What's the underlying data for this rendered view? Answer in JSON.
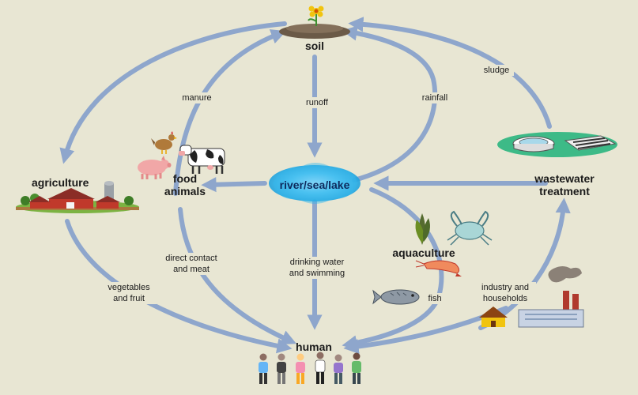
{
  "nodes": {
    "soil": "soil",
    "river": "river/sea/lake",
    "agriculture": "agriculture",
    "food_animals": "food\nanimals",
    "wastewater": "wastewater\ntreatment",
    "aquaculture": "aquaculture",
    "human": "human"
  },
  "edges": {
    "manure": "manure",
    "runoff": "runoff",
    "rainfall": "rainfall",
    "sludge": "sludge",
    "direct_contact": "direct contact\nand meat",
    "drinking": "drinking water\nand swimming",
    "vegetables": "vegetables\nand fruit",
    "fish": "fish",
    "industry": "industry and\nhouseholds"
  },
  "colors": {
    "background": "#e8e6d3",
    "arrow": "#8ea6cc",
    "water": "#29b3ea"
  },
  "icons": [
    "flower-icon",
    "chicken-icon",
    "pig-icon",
    "cow-icon",
    "farm-icon",
    "treatment-plant-icon",
    "seaweed-icon",
    "crab-icon",
    "shrimp-icon",
    "fish-icon",
    "house-icon",
    "factory-icon",
    "people-icon"
  ]
}
